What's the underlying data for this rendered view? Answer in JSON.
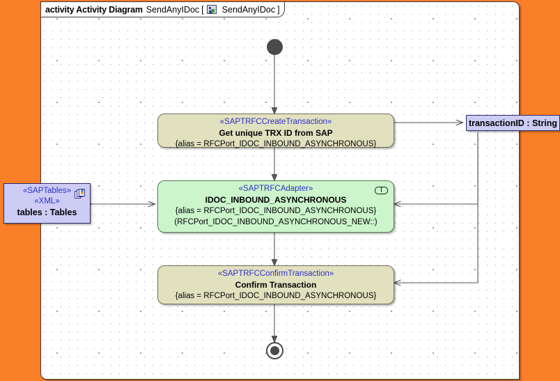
{
  "frame": {
    "keyword": "activity Activity Diagram",
    "name": "SendAnyIDoc",
    "bracket_open": "[",
    "bracket_close": "]",
    "bracket_name": "SendAnyIDoc",
    "icon": "activity-diagram-icon"
  },
  "colors": {
    "canvas": "#fb7e28",
    "frame_bg": "#ffffff",
    "action_khaki": "#e1e1c0",
    "action_green": "#ccf5cc",
    "object_lavender": "#ccccf5",
    "stereotype_blue": "#2f2fc8",
    "node_fill_dark": "#4a4a4a"
  },
  "nodes": {
    "initial": {
      "name": "initial-node"
    },
    "final": {
      "name": "activity-final-node"
    },
    "create_transaction": {
      "stereotype": "«SAPTRFCCreateTransaction»",
      "name": "Get unique TRX ID from SAP",
      "tag1": "{alias = RFCPort_IDOC_INBOUND_ASYNCHRONOUS}"
    },
    "adapter": {
      "stereotype": "«SAPTRFCAdapter»",
      "name": "IDOC_INBOUND_ASYNCHRONOUS",
      "tag1": "{alias = RFCPort_IDOC_INBOUND_ASYNCHRONOUS}",
      "tag2": "(RFCPort_IDOC_INBOUND_ASYNCHRONOUS_NEW::)",
      "port_icon": "port-pin-icon"
    },
    "confirm_transaction": {
      "stereotype": "«SAPTRFCConfirmTransaction»",
      "name": "Confirm Transaction",
      "tag1": "{alias = RFCPort_IDOC_INBOUND_ASYNCHRONOUS}"
    }
  },
  "objects": {
    "tables": {
      "stereotype1": "«SAPTables»",
      "stereotype2": "«XML»",
      "name": "tables : Tables",
      "icon": "stacked-documents-icon"
    },
    "transaction_pin": {
      "label": "transactionID : String"
    }
  }
}
